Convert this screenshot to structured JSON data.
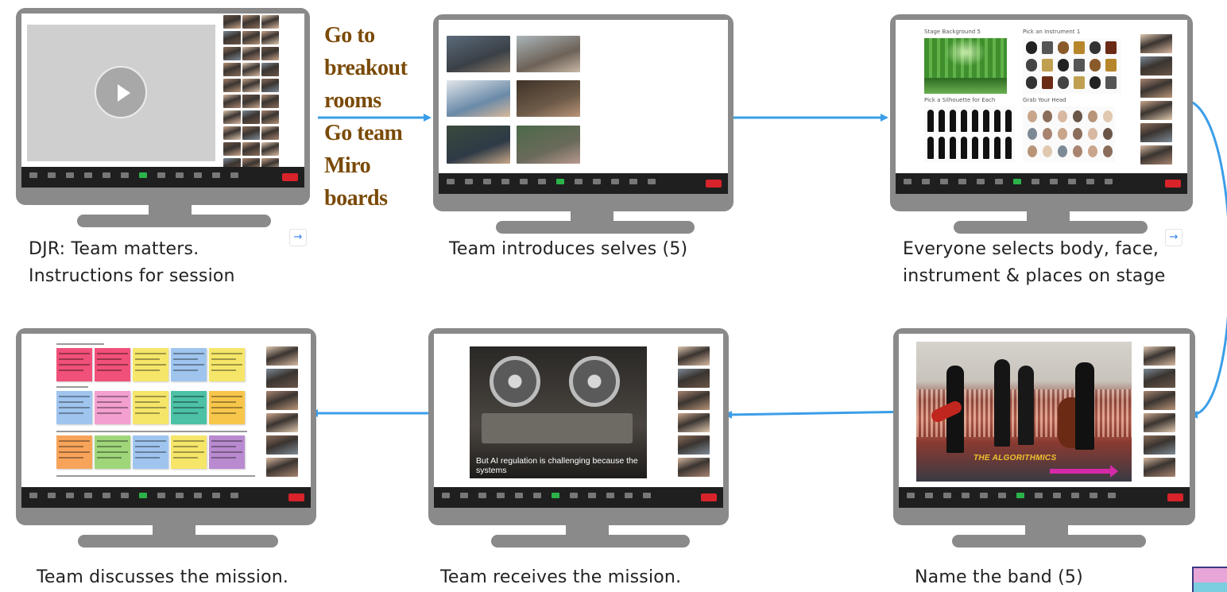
{
  "annotation": {
    "lines": [
      "Go to",
      "breakout",
      "rooms",
      "Go team",
      "Miro",
      "boards"
    ]
  },
  "steps": [
    {
      "caption_lines": [
        "DJR: Team matters.",
        "Instructions for session"
      ]
    },
    {
      "caption_lines": [
        "Team introduces selves (5)"
      ]
    },
    {
      "caption_lines": [
        "Everyone selects body, face,",
        "instrument & places on stage"
      ]
    },
    {
      "caption_lines": [
        "Name the band (5)"
      ]
    },
    {
      "caption_lines": [
        "Team receives the mission."
      ]
    },
    {
      "caption_lines": [
        "Team discusses the mission."
      ]
    }
  ],
  "screen3": {
    "stage_label": "Stage Background 5",
    "instrument_label": "Pick an Instrument 1",
    "silhouette_label": "Pick a Silhouette for Each",
    "head_label": "Grab Your Head"
  },
  "screen4": {
    "band_name": "THE ALGORITHMICS"
  },
  "screen5": {
    "subtitle_lines": [
      "But AI regulation is challenging because the",
      "systems"
    ]
  },
  "colors": {
    "arrow": "#3b9ee8",
    "monitor": "#8a8a8a",
    "annotation": "#7a4a06",
    "zoom_bar": "#1f1f1f",
    "end_button": "#d8232a"
  },
  "icons": {
    "next": "arrow-right-icon",
    "play": "play-icon"
  }
}
